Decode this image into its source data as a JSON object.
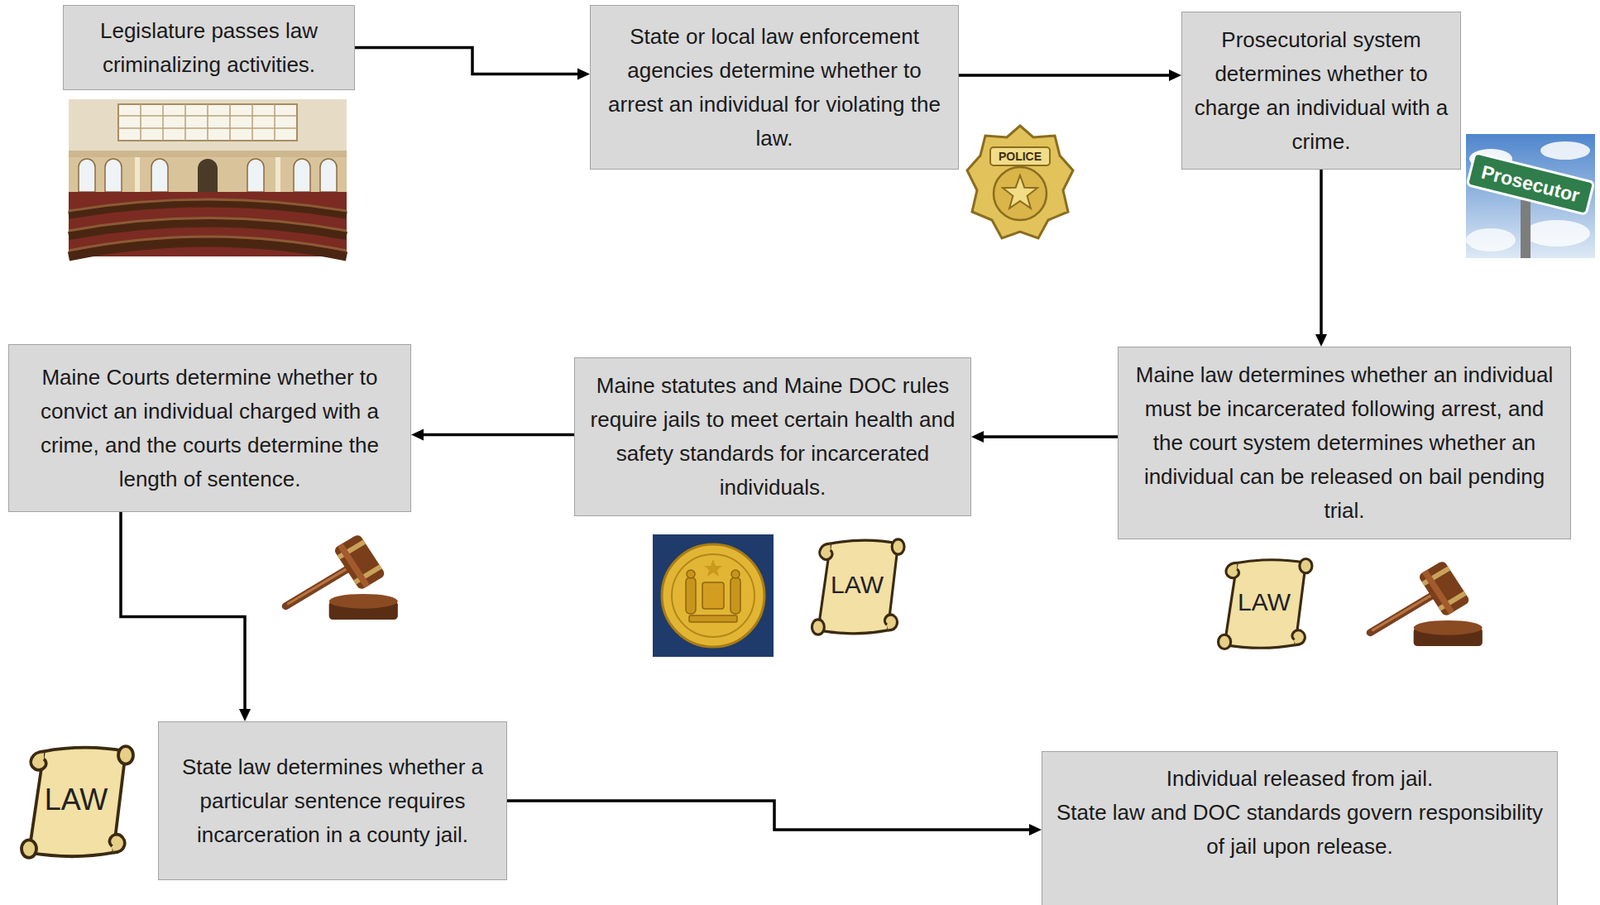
{
  "diagram": {
    "nodes": [
      {
        "text": [
          "Legislature passes law criminalizing activities."
        ]
      },
      {
        "text": [
          "State or local law enforcement agencies determine whether to arrest an individual for violating the law."
        ]
      },
      {
        "text": [
          "Prosecutorial system determines whether to charge an individual with a crime."
        ]
      },
      {
        "text": [
          "Maine law determines whether an individual must be incarcerated following arrest, and the court system determines whether an individual can be released on bail pending trial."
        ]
      },
      {
        "text": [
          "Maine statutes and Maine DOC rules require jails to meet certain health and safety standards for incarcerated individuals."
        ]
      },
      {
        "text": [
          "Maine Courts determine whether to convict an individual charged with a crime, and the courts determine the length of sentence."
        ]
      },
      {
        "text": [
          "State law determines whether a particular sentence requires incarceration in a county jail."
        ]
      },
      {
        "text": [
          "Individual released from jail.",
          "State law and DOC standards govern responsibility of jail upon release."
        ]
      }
    ],
    "edges": [
      {
        "from": 0,
        "to": 1,
        "arrow": "to"
      },
      {
        "from": 1,
        "to": 2,
        "arrow": "to"
      },
      {
        "from": 2,
        "to": 3,
        "arrow": "to"
      },
      {
        "from": 3,
        "to": 4,
        "arrow": "to"
      },
      {
        "from": 4,
        "to": 5,
        "arrow": "to"
      },
      {
        "from": 5,
        "to": 6,
        "arrow": "to"
      },
      {
        "from": 6,
        "to": 7,
        "arrow": "to"
      }
    ],
    "labels": [
      "POLICE",
      "Prosecutor",
      "LAW",
      "LAW",
      "LAW"
    ]
  }
}
